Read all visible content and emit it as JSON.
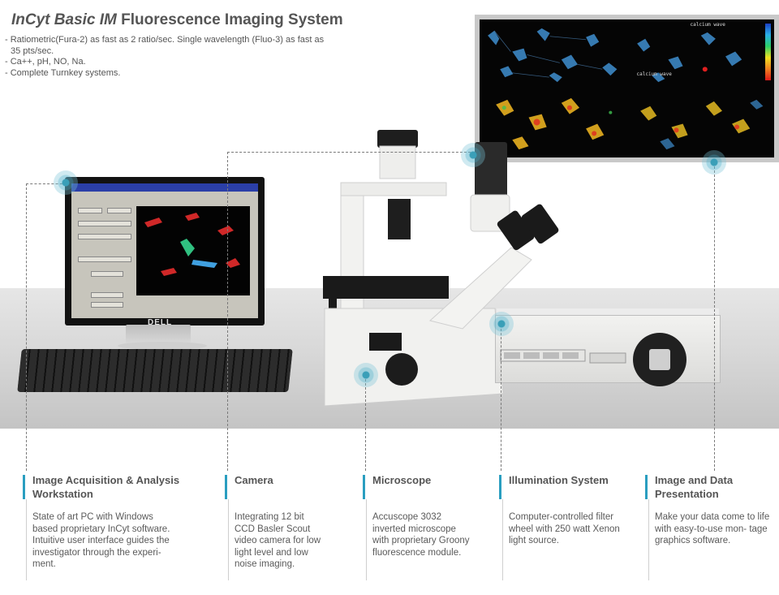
{
  "header": {
    "title_italic": "InCyt Basic IM",
    "title_rest": " Fluorescence Imaging System",
    "bullets": [
      "- Ratiometric(Fura-2) as fast as 2 ratio/sec. Single wavelength (Fluo-3) as fast as 35 pts/sec.",
      "- Ca++, pH, NO, Na.",
      "- Complete Turnkey systems."
    ]
  },
  "panel": {
    "label_top": "calcium wave",
    "label_mid": "calcium wave"
  },
  "monitor": {
    "brand": "DELL"
  },
  "captions": [
    {
      "head": "Image Acquisition & Analysis Workstation",
      "body": "State of art PC with Windows based proprietary InCyt software. Intuitive user interface guides the investigator through the experi- ment."
    },
    {
      "head": "Camera",
      "body": "Integrating 12 bit CCD Basler Scout video camera for low light level and low noise imaging."
    },
    {
      "head": "Microscope",
      "body": "Accuscope 3032 inverted microscope with proprietary Groony fluorescence module."
    },
    {
      "head": "Illumination System",
      "body": "Computer-controlled filter wheel with 250 watt Xenon light source."
    },
    {
      "head": "Image and Data Presentation",
      "body": "Make your data come to life with easy-to-use mon- tage graphics software."
    }
  ],
  "colors": {
    "accent": "#2a9ec0",
    "hotspot": "#3a9fb8"
  }
}
